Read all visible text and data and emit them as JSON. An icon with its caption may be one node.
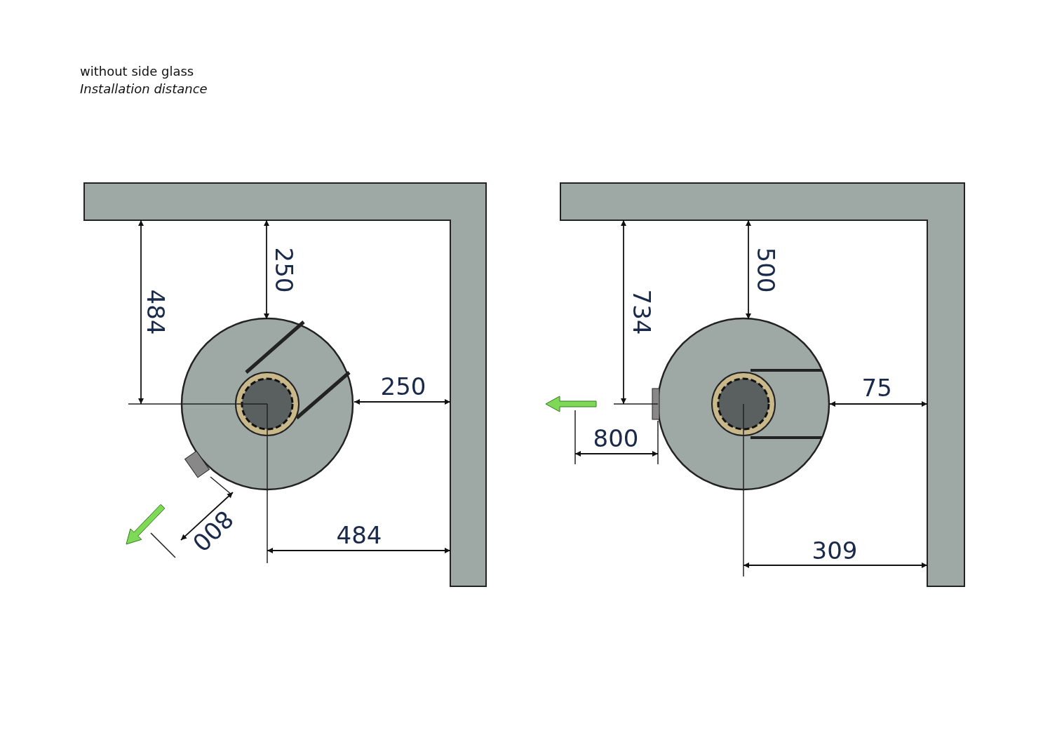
{
  "diagram": {
    "title": "without side glass",
    "labels": [
      "Installation distance",
      "484",
      "250",
      "250",
      "800",
      "484",
      "734",
      "500",
      "75",
      "800",
      "309"
    ]
  }
}
